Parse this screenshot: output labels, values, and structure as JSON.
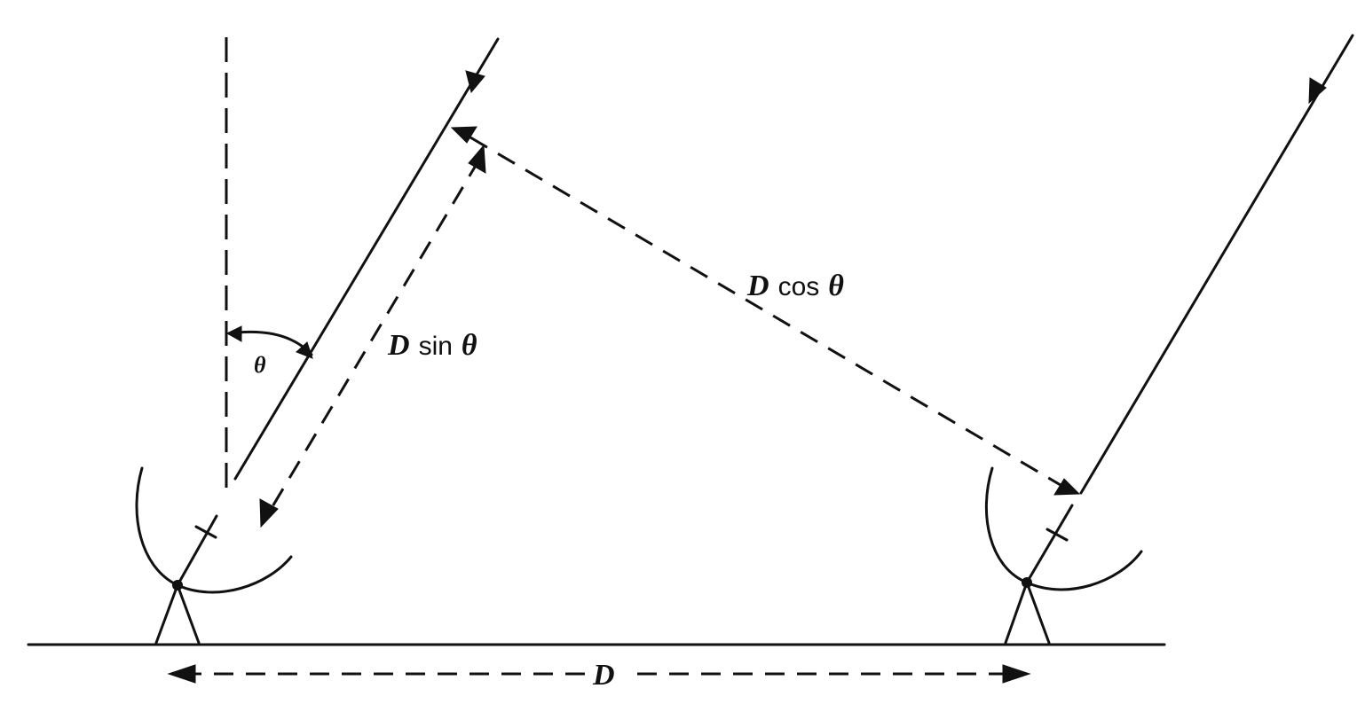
{
  "labels": {
    "D_sin_theta": {
      "var": "D",
      "fn": "sin",
      "greek": "θ"
    },
    "D_cos_theta": {
      "var": "D",
      "fn": "cos",
      "greek": "θ"
    },
    "baseline_D": "D",
    "angle_theta": "θ"
  }
}
